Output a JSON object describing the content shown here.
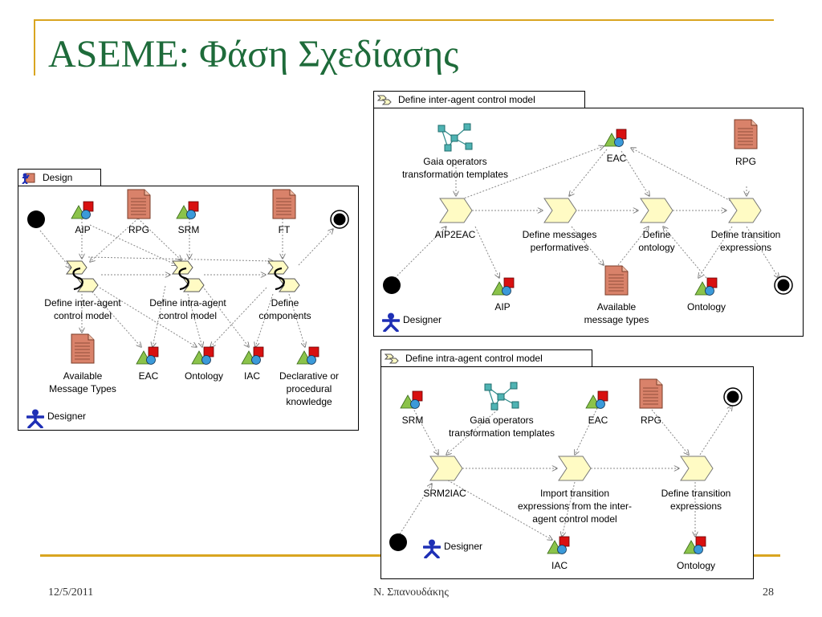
{
  "slide": {
    "title": "ASEME: Φάση Σχεδίασης",
    "date": "12/5/2011",
    "author": "Ν. Σπανουδάκης",
    "page": "28"
  },
  "design_panel": {
    "tab_label": "Design",
    "labels": {
      "aip": "AIP",
      "rpg": "RPG",
      "srm": "SRM",
      "ft": "FT",
      "define_inter": "Define inter-agent\ncontrol model",
      "define_intra": "Define intra-agent\ncontrol model",
      "define_components": "Define\ncomponents",
      "available": "Available\nMessage Types",
      "eac": "EAC",
      "ontology": "Ontology",
      "iac": "IAC",
      "declarative": "Declarative or\nprocedural\nknowledge",
      "designer": "Designer"
    }
  },
  "inter_panel": {
    "tab_label": "Define inter-agent control model",
    "labels": {
      "gaia": "Gaia operators\ntransformation templates",
      "eac": "EAC",
      "rpg": "RPG",
      "aip2eac": "AIP2EAC",
      "define_msgs": "Define messages\nperformatives",
      "define_ontology": "Define\nontology",
      "define_transition": "Define transition\nexpressions",
      "aip": "AIP",
      "available": "Available\nmessage types",
      "ontology": "Ontology",
      "designer": "Designer"
    }
  },
  "intra_panel": {
    "tab_label": "Define intra-agent control model",
    "labels": {
      "srm": "SRM",
      "gaia": "Gaia operators\ntransformation templates",
      "eac": "EAC",
      "rpg": "RPG",
      "srm2iac": "SRM2IAC",
      "import_transition": "Import transition\nexpressions from the inter-\nagent control model",
      "define_transition": "Define transition\nexpressions",
      "designer": "Designer",
      "iac": "IAC",
      "ontology": "Ontology"
    }
  },
  "colors": {
    "title": "#1e6b3a",
    "accent_line": "#d9a520",
    "activity_fill": "#fffbc4",
    "document_fill": "#d9826a",
    "product_red": "#d81010",
    "product_green": "#8bc34a",
    "product_blue": "#3b9ad9",
    "role_blue": "#1e2fb5"
  }
}
